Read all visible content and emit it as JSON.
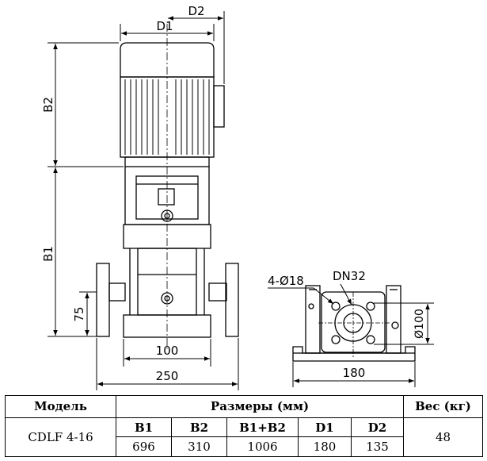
{
  "drawing": {
    "dim_labels": {
      "d1": "D1",
      "d2": "D2",
      "b1": "B1",
      "b2": "B2",
      "h75": "75",
      "w100": "100",
      "w250": "250",
      "holes": "4-Ø18",
      "dn": "DN32",
      "dia100": "Ø100",
      "w180": "180"
    }
  },
  "table": {
    "headers": {
      "model": "Модель",
      "dimensions": "Размеры (мм)",
      "weight": "Вес (кг)"
    },
    "columns": [
      "B1",
      "B2",
      "B1+B2",
      "D1",
      "D2"
    ],
    "row": {
      "model": "CDLF 4-16",
      "values": [
        "696",
        "310",
        "1006",
        "180",
        "135"
      ],
      "weight": "48"
    }
  }
}
